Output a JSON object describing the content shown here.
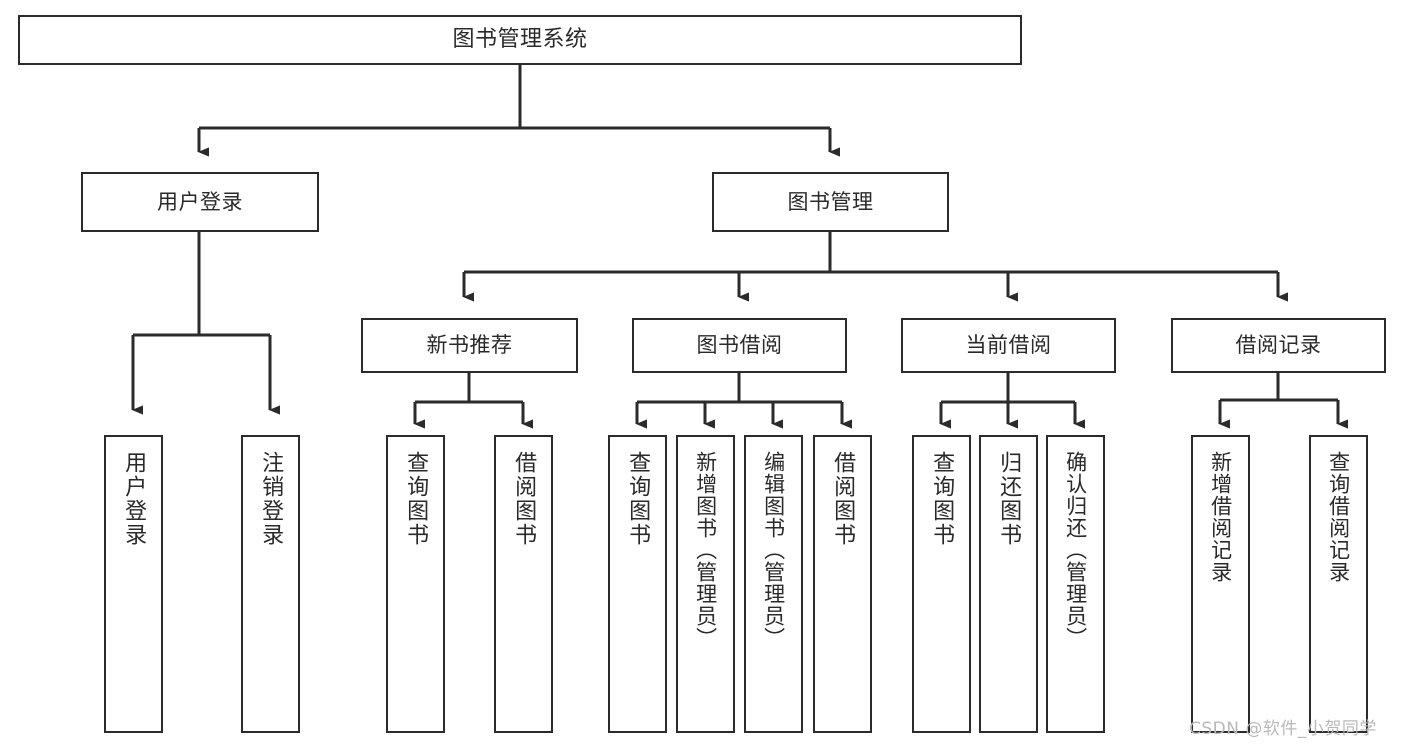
{
  "diagram": {
    "title": "图书管理系统",
    "type": "tree-hierarchy",
    "watermark": "CSDN @软件_小贺同学",
    "colors": {
      "background": "#ffffff",
      "box_border": "#2b2b2b",
      "box_fill": "#ffffff",
      "text": "#2a2a2a",
      "edge": "#2b2b2b",
      "watermark": "#b9b9b9"
    },
    "nodes": {
      "root": {
        "label": "图书管理系统"
      },
      "level1": [
        {
          "label": "用户登录"
        },
        {
          "label": "图书管理"
        }
      ],
      "level2": [
        {
          "label": "新书推荐"
        },
        {
          "label": "图书借阅"
        },
        {
          "label": "当前借阅"
        },
        {
          "label": "借阅记录"
        }
      ],
      "leaves": {
        "user_login": [
          {
            "label": "用户登录"
          },
          {
            "label": "注销登录"
          }
        ],
        "new_book_recommend": [
          {
            "label": "查询图书"
          },
          {
            "label": "借阅图书"
          }
        ],
        "book_borrow": [
          {
            "label": "查询图书"
          },
          {
            "label": "新增图书（管理员）"
          },
          {
            "label": "编辑图书（管理员）"
          },
          {
            "label": "借阅图书"
          }
        ],
        "current_borrow": [
          {
            "label": "查询图书"
          },
          {
            "label": "归还图书"
          },
          {
            "label": "确认归还（管理员）"
          }
        ],
        "borrow_record": [
          {
            "label": "新增借阅记录"
          },
          {
            "label": "查询借阅记录"
          }
        ]
      }
    }
  }
}
